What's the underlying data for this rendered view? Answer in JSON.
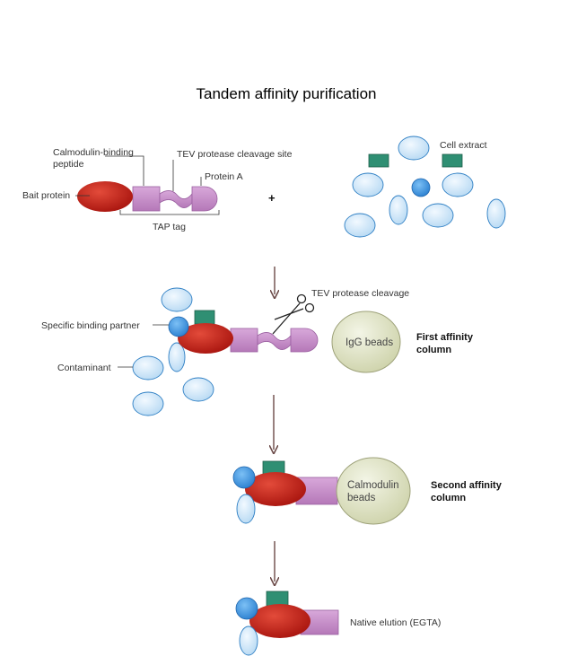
{
  "title": "Tandem affinity purification",
  "tap_construct": {
    "calmodulin_label_line1": "Calmodulin-binding",
    "calmodulin_label_line2": "peptide",
    "tev_site_label": "TEV protease cleavage site",
    "protein_a_label": "Protein A",
    "bait_label": "Bait protein",
    "tap_tag_label": "TAP tag",
    "plus_sign": "+"
  },
  "cell_extract_label": "Cell extract",
  "step1": {
    "tev_cleavage_label": "TEV protease cleavage",
    "binding_partner_label": "Specific binding partner",
    "contaminant_label": "Contaminant",
    "bead_label": "IgG beads",
    "column_label_line1": "First affinity",
    "column_label_line2": "column"
  },
  "step2": {
    "bead_label_line1": "Calmodulin",
    "bead_label_line2": "beads",
    "column_label_line1": "Second affinity",
    "column_label_line2": "column"
  },
  "step3": {
    "elution_label": "Native elution (EGTA)"
  },
  "colors": {
    "bait_red": "#c4261c",
    "tag_purple": "#c389c6",
    "contaminant_blue": "#cde6f8",
    "partner_blue": "#3d95e0",
    "green_protein": "#2f8f73",
    "bead_olive": "#dfe3c5",
    "arrow": "#6b4a48"
  }
}
